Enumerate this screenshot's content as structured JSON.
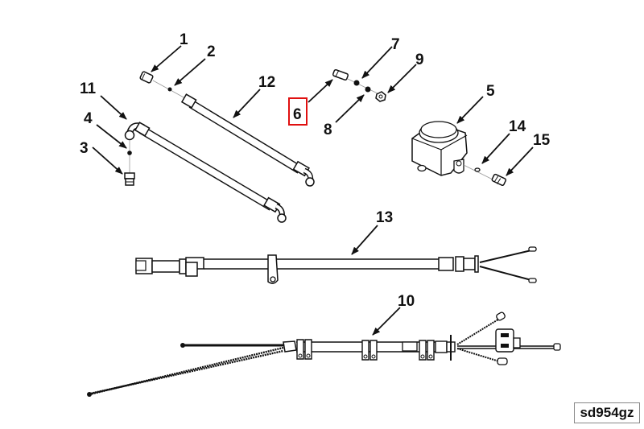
{
  "diagram": {
    "reference_code": "sd954gz",
    "highlight_color": "#e01010",
    "highlighted_callout": "6",
    "callouts": [
      {
        "id": "c1",
        "label": "1",
        "part": "fitting"
      },
      {
        "id": "c2",
        "label": "2",
        "part": "o-ring"
      },
      {
        "id": "c3",
        "label": "3",
        "part": "fitting"
      },
      {
        "id": "c4",
        "label": "4",
        "part": "o-ring"
      },
      {
        "id": "c5",
        "label": "5",
        "part": "sensor-housing"
      },
      {
        "id": "c6",
        "label": "6",
        "part": "bolt"
      },
      {
        "id": "c7",
        "label": "7",
        "part": "washer"
      },
      {
        "id": "c8",
        "label": "8",
        "part": "washer"
      },
      {
        "id": "c9",
        "label": "9",
        "part": "nut"
      },
      {
        "id": "c10",
        "label": "10",
        "part": "wire-harness-main"
      },
      {
        "id": "c11",
        "label": "11",
        "part": "hose-assembly"
      },
      {
        "id": "c12",
        "label": "12",
        "part": "hose-assembly"
      },
      {
        "id": "c13",
        "label": "13",
        "part": "wire-harness"
      },
      {
        "id": "c14",
        "label": "14",
        "part": "o-ring"
      },
      {
        "id": "c15",
        "label": "15",
        "part": "fitting"
      }
    ]
  }
}
